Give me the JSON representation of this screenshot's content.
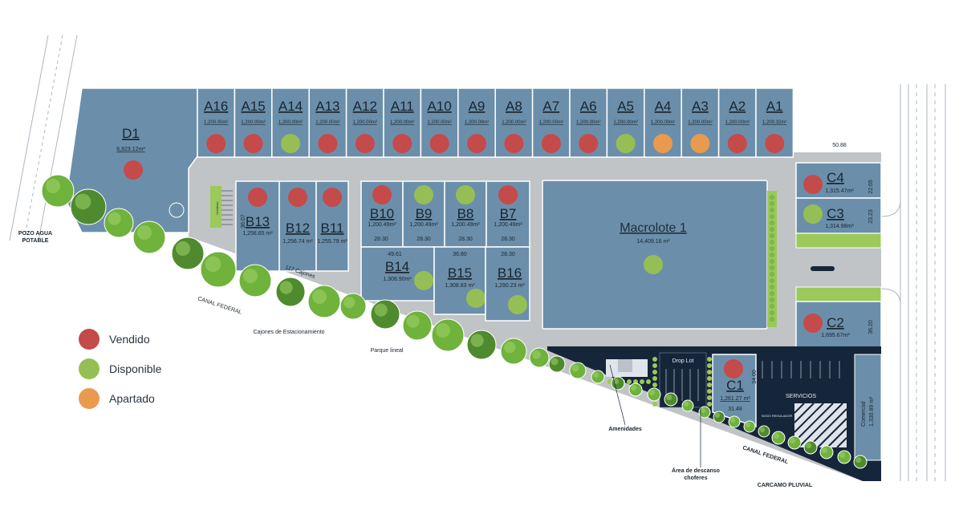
{
  "colors": {
    "lot_fill": "#6b8faa",
    "lot_stroke": "#ffffff",
    "road": "#c0c4c7",
    "dark_zone": "#15253a",
    "green_strip": "#9bc95a",
    "tree": "#6fb23c",
    "tree_dark": "#4f8a2e",
    "status": {
      "vendido": "#c54a4a",
      "disponible": "#95bf55",
      "apartado": "#ea9a4e"
    }
  },
  "legend": [
    {
      "label": "Vendido",
      "status": "vendido"
    },
    {
      "label": "Disponible",
      "status": "disponible"
    },
    {
      "label": "Apartado",
      "status": "apartado"
    }
  ],
  "lots": {
    "D1": {
      "code": "D1",
      "area": "6,823.12m²",
      "status": "vendido"
    },
    "A16": {
      "code": "A16",
      "area": "1,200.00m²",
      "status": "vendido"
    },
    "A15": {
      "code": "A15",
      "area": "1,200.00m²",
      "status": "vendido"
    },
    "A14": {
      "code": "A14",
      "area": "1,200.00m²",
      "status": "disponible"
    },
    "A13": {
      "code": "A13",
      "area": "1,200.00m²",
      "status": "vendido"
    },
    "A12": {
      "code": "A12",
      "area": "1,200.00m²",
      "status": "vendido"
    },
    "A11": {
      "code": "A11",
      "area": "1,200.00m²",
      "status": "vendido"
    },
    "A10": {
      "code": "A10",
      "area": "1,200.00m²",
      "status": "vendido"
    },
    "A9": {
      "code": "A9",
      "area": "1,200.00m²",
      "status": "vendido"
    },
    "A8": {
      "code": "A8",
      "area": "1,200.00m²",
      "status": "vendido"
    },
    "A7": {
      "code": "A7",
      "area": "1,200.00m²",
      "status": "vendido"
    },
    "A6": {
      "code": "A6",
      "area": "1,200.00m²",
      "status": "vendido"
    },
    "A5": {
      "code": "A5",
      "area": "1,200.00m²",
      "status": "disponible"
    },
    "A4": {
      "code": "A4",
      "area": "1,200.00m²",
      "status": "apartado"
    },
    "A3": {
      "code": "A3",
      "area": "1,200.00m²",
      "status": "apartado"
    },
    "A2": {
      "code": "A2",
      "area": "1,200.00m²",
      "status": "vendido"
    },
    "A1": {
      "code": "A1",
      "area": "1,200.32m²",
      "status": "vendido"
    },
    "B13": {
      "code": "B13",
      "area": "1,258.65 m²",
      "status": "vendido"
    },
    "B12": {
      "code": "B12",
      "area": "1,256.74 m²",
      "status": "vendido"
    },
    "B11": {
      "code": "B11",
      "area": "1,255.79 m²",
      "status": "vendido"
    },
    "B10": {
      "code": "B10",
      "area": "1,200.49m²",
      "status": "vendido"
    },
    "B9": {
      "code": "B9",
      "area": "1,200.49m²",
      "status": "disponible"
    },
    "B8": {
      "code": "B8",
      "area": "1,200.49m²",
      "status": "disponible"
    },
    "B7": {
      "code": "B7",
      "area": "1,200.49m²",
      "status": "vendido"
    },
    "B14": {
      "code": "B14",
      "area": "1,308.90m²",
      "status": "disponible"
    },
    "B15": {
      "code": "B15",
      "area": "1,308.83 m²",
      "status": "disponible"
    },
    "B16": {
      "code": "B16",
      "area": "1,290.23 m²",
      "status": "disponible"
    },
    "M1": {
      "code": "Macrolote 1",
      "area": "14,409.16 m²",
      "status": "disponible"
    },
    "C4": {
      "code": "C4",
      "area": "1,315.47m²",
      "status": "vendido"
    },
    "C3": {
      "code": "C3",
      "area": "1,314.98m²",
      "status": "disponible"
    },
    "C2": {
      "code": "C2",
      "area": "1,695.67m²",
      "status": "vendido"
    },
    "C1": {
      "code": "C1",
      "area": "1,261.27 m²",
      "status": "vendido"
    }
  },
  "dimensions": {
    "d5088": "50.88",
    "d2265": "22.65",
    "d2323": "23.23",
    "d3620": "36.20",
    "d3607": "36.07",
    "d2830a": "28.30",
    "d2830b": "28.30",
    "d2830c": "28.30",
    "d2830d": "28.30",
    "d2830e": "28.30",
    "d4961": "49.61",
    "d3680": "36.80",
    "d3148": "31.48",
    "d3400": "34.00"
  },
  "labels": {
    "pozo_1": "POZO AGUA",
    "pozo_2": "POTABLE",
    "canal_1": "CANAL FEDERAL",
    "canal_2": "CANAL FEDERAL",
    "cajones_117": "117 Cajones",
    "cajones_est": "Cajones de Estacionamiento",
    "parque": "Parque lineal",
    "amenidades": "Amenidades",
    "descanso_1": "Área de descanso",
    "descanso_2": "choferes",
    "carcamo": "CARCAMO PLUVIAL",
    "drop_lot": "Drop Lot",
    "servicios": "SERVICIOS",
    "comercial": "Comercial",
    "comercial_area": "1,330.89 m²",
    "nodo": "NODO REGULADOR",
    "vestibulo": "Vestíbulo"
  }
}
